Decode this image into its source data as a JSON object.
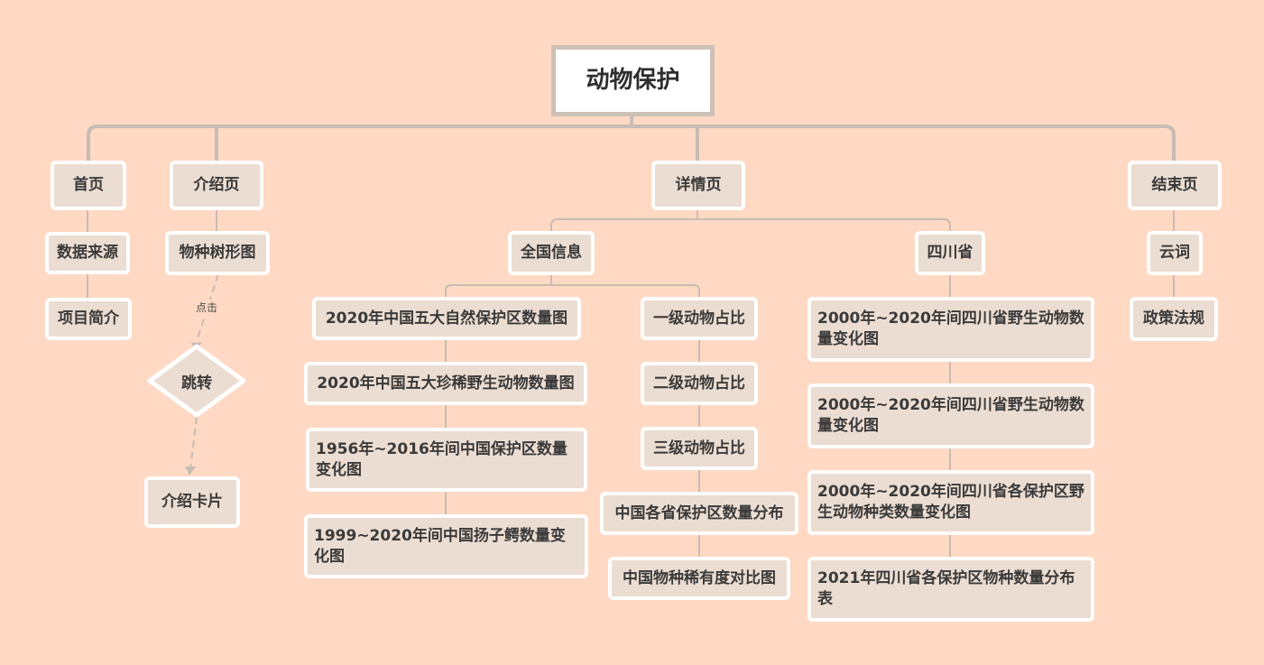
{
  "colors": {
    "background": "#FFD9C3",
    "node_fill": "#EBDDD2",
    "node_border": "#FFFFFF",
    "line": "#C7BCB3",
    "text": "#3A3A3A"
  },
  "root": "动物保护",
  "branches": {
    "home": {
      "label": "首页",
      "children": [
        "数据来源",
        "项目简介"
      ]
    },
    "intro": {
      "label": "介绍页",
      "tree": "物种树形图",
      "edge_label": "点击",
      "decision": "跳转",
      "card": "介绍卡片"
    },
    "detail": {
      "label": "详情页",
      "national": {
        "label": "全国信息",
        "left": [
          "2020年中国五大自然保护区数量图",
          "2020年中国五大珍稀野生动物数量图",
          "1956年~2016年间中国保护区数量变化图",
          "1999~2020年间中国扬子鳄数量变化图"
        ],
        "right": [
          "一级动物占比",
          "二级动物占比",
          "三级动物占比",
          "中国各省保护区数量分布",
          "中国物种稀有度对比图"
        ]
      },
      "sichuan": {
        "label": "四川省",
        "items": [
          "2000年~2020年间四川省野生动物数量变化图",
          "2000年~2020年间四川省野生动物数量变化图",
          "2000年~2020年间四川省各保护区野生动物种类数量变化图",
          "2021年四川省各保护区物种数量分布表"
        ]
      }
    },
    "end": {
      "label": "结束页",
      "children": [
        "云词",
        "政策法规"
      ]
    }
  }
}
